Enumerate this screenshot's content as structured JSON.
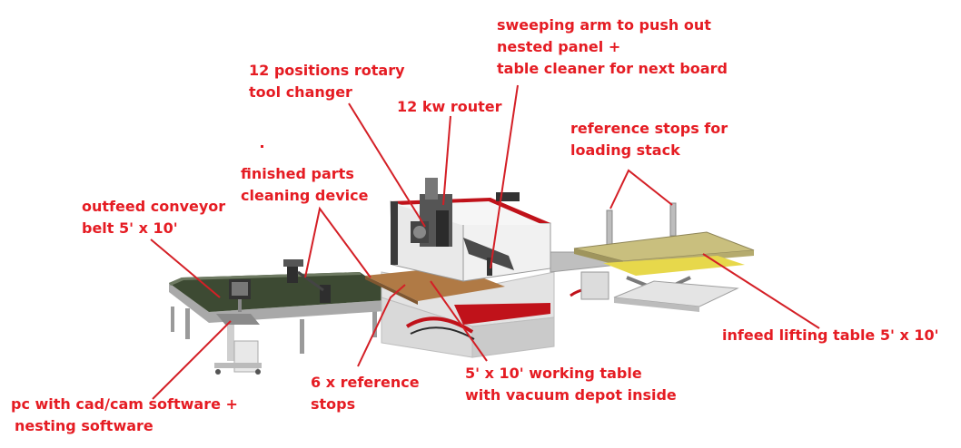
{
  "labels": {
    "sweeping_arm": [
      "sweeping arm to push out",
      "nested panel +",
      "table cleaner for next board"
    ],
    "tool_changer": [
      "12 positions rotary",
      "tool changer"
    ],
    "router": [
      "12 kw router"
    ],
    "reference_stops_stack": [
      "reference stops for",
      "loading stack"
    ],
    "cleaning_device": [
      "finished parts",
      "cleaning device"
    ],
    "outfeed_conveyor": [
      "outfeed conveyor",
      "belt 5' x 10'"
    ],
    "infeed_table": [
      "infeed lifting table 5' x 10'"
    ],
    "reference_stops": [
      "6 x reference",
      "stops"
    ],
    "working_table": [
      "5' x 10' working table",
      "with vacuum depot inside"
    ],
    "pc": [
      "pc with cad/cam software +",
      "nesting software"
    ]
  },
  "colors": {
    "annotation": "#e51c23",
    "leader_line": "#d41f26",
    "belt": "#3d4a33",
    "machine_frame": "#d6d6d6",
    "machine_accent": "#c0121a",
    "working_table": "#b07a45",
    "infeed_board": "#c9bf7e"
  }
}
